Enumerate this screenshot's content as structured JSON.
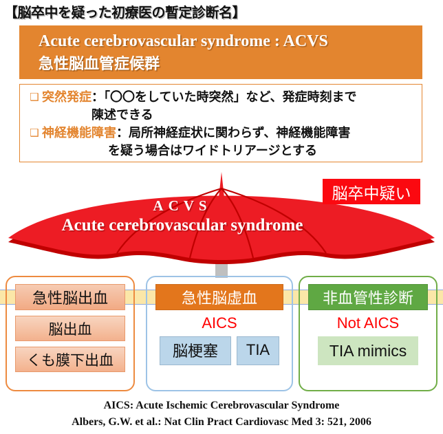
{
  "title": "【脳卒中を疑った初療医の暫定診断名】",
  "banner": {
    "english": "Acute cerebrovascular syndrome : ACVS",
    "japanese": "急性脳血管症候群",
    "bg_color": "#E3852F"
  },
  "bullets": [
    {
      "marker": "❑",
      "lead": "突然発症",
      "separator": "：",
      "line1": "「〇〇をしていた時突然」など、発症時刻まで",
      "line2": "陳述できる"
    },
    {
      "marker": "❑",
      "lead": "神経機能障害",
      "separator": "：",
      "line1": "局所神経症状に関わらず、神経機能障害",
      "line2": "を疑う場合はワイドトリアージとする"
    }
  ],
  "umbrella": {
    "acronym": "ACVS",
    "full_name": "Acute cerebrovascular syndrome",
    "canopy_color": "#ED1C24",
    "canopy_shadow_color": "#C00000",
    "handle_color": "#BFBFBF"
  },
  "badge": {
    "label": "脳卒中疑い",
    "bg_color": "#FB0910",
    "text_color": "#FFFFFF"
  },
  "boxes": [
    {
      "id": "hemorrhage",
      "border_color": "#ED8A3F",
      "header": "急性脳出血",
      "header_style": "peach",
      "items": [
        "脳出血",
        "くも膜下出血"
      ]
    },
    {
      "id": "ischemia",
      "border_color": "#9DC3E6",
      "header": "急性脳虚血",
      "header_style": "orange",
      "acronym": "AICS",
      "chips": [
        "脳梗塞",
        "TIA"
      ]
    },
    {
      "id": "non-vascular",
      "border_color": "#70AD47",
      "header": "非血管性診断",
      "header_style": "green",
      "acronym": "Not AICS",
      "chips": [
        "TIA mimics"
      ]
    }
  ],
  "footer": {
    "line1": "AICS: Acute Ischemic Cerebrovascular Syndrome",
    "line2": "Albers, G.W. et al.: Nat Clin Pract Cardiovasc Med 3: 521, 2006"
  }
}
